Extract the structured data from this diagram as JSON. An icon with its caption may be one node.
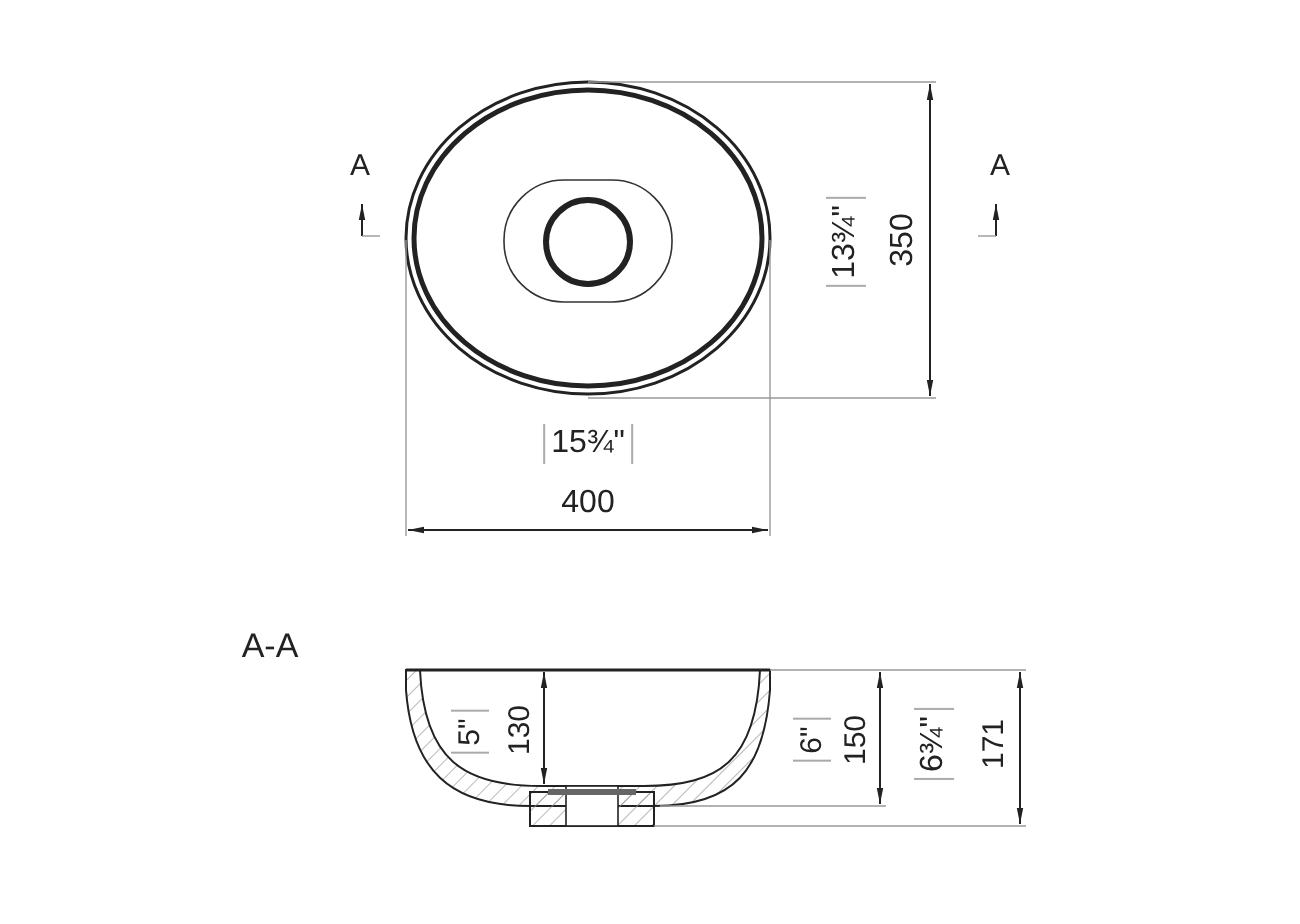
{
  "diagram": {
    "labels": [
      "A",
      "A",
      "13¾\"",
      "350",
      "15¾\"",
      "400",
      "A-A",
      "5\"",
      "130",
      "6\"",
      "150",
      "6¾\"",
      "171"
    ]
  }
}
